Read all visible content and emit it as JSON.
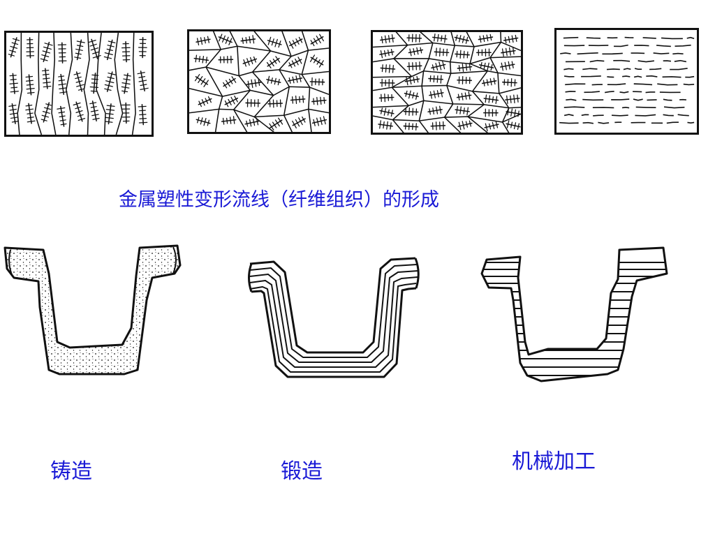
{
  "title": "金属塑性变形流线（纤维组织）的形成",
  "captions": {
    "casting": "铸造",
    "forging": "锻造",
    "machining": "机械加工"
  },
  "colors": {
    "caption_text": "#1a1ad6",
    "line_art": "#111111"
  }
}
